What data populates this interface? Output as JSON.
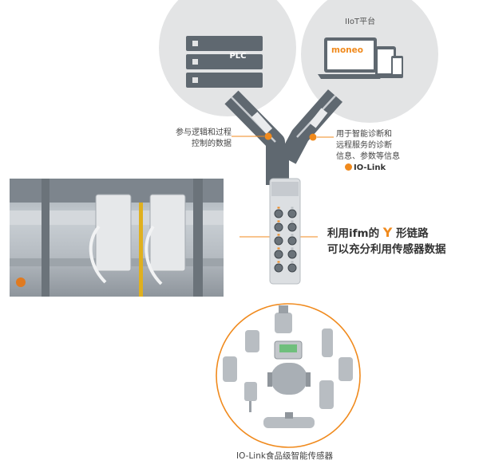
{
  "plc": {
    "label": "PLC",
    "caption_line1": "参与逻辑和过程",
    "caption_line2": "控制的数据"
  },
  "iiot": {
    "title": "IIoT平台",
    "brand": "moneo",
    "caption_line1": "用于智能诊断和",
    "caption_line2": "远程服务的诊断",
    "caption_line3": "信息、参数等信息",
    "iolink_logo": "IO-Link"
  },
  "callout": {
    "line1_pre": "利用ifm的",
    "line1_y": "Y",
    "line1_post": "形链路",
    "line2": "可以充分利用传感器数据"
  },
  "sensors": {
    "caption": "IO-Link食品级智能传感器"
  },
  "colors": {
    "accent": "#f08a1d",
    "cable": "#5f6870",
    "circle": "#e3e4e5"
  }
}
